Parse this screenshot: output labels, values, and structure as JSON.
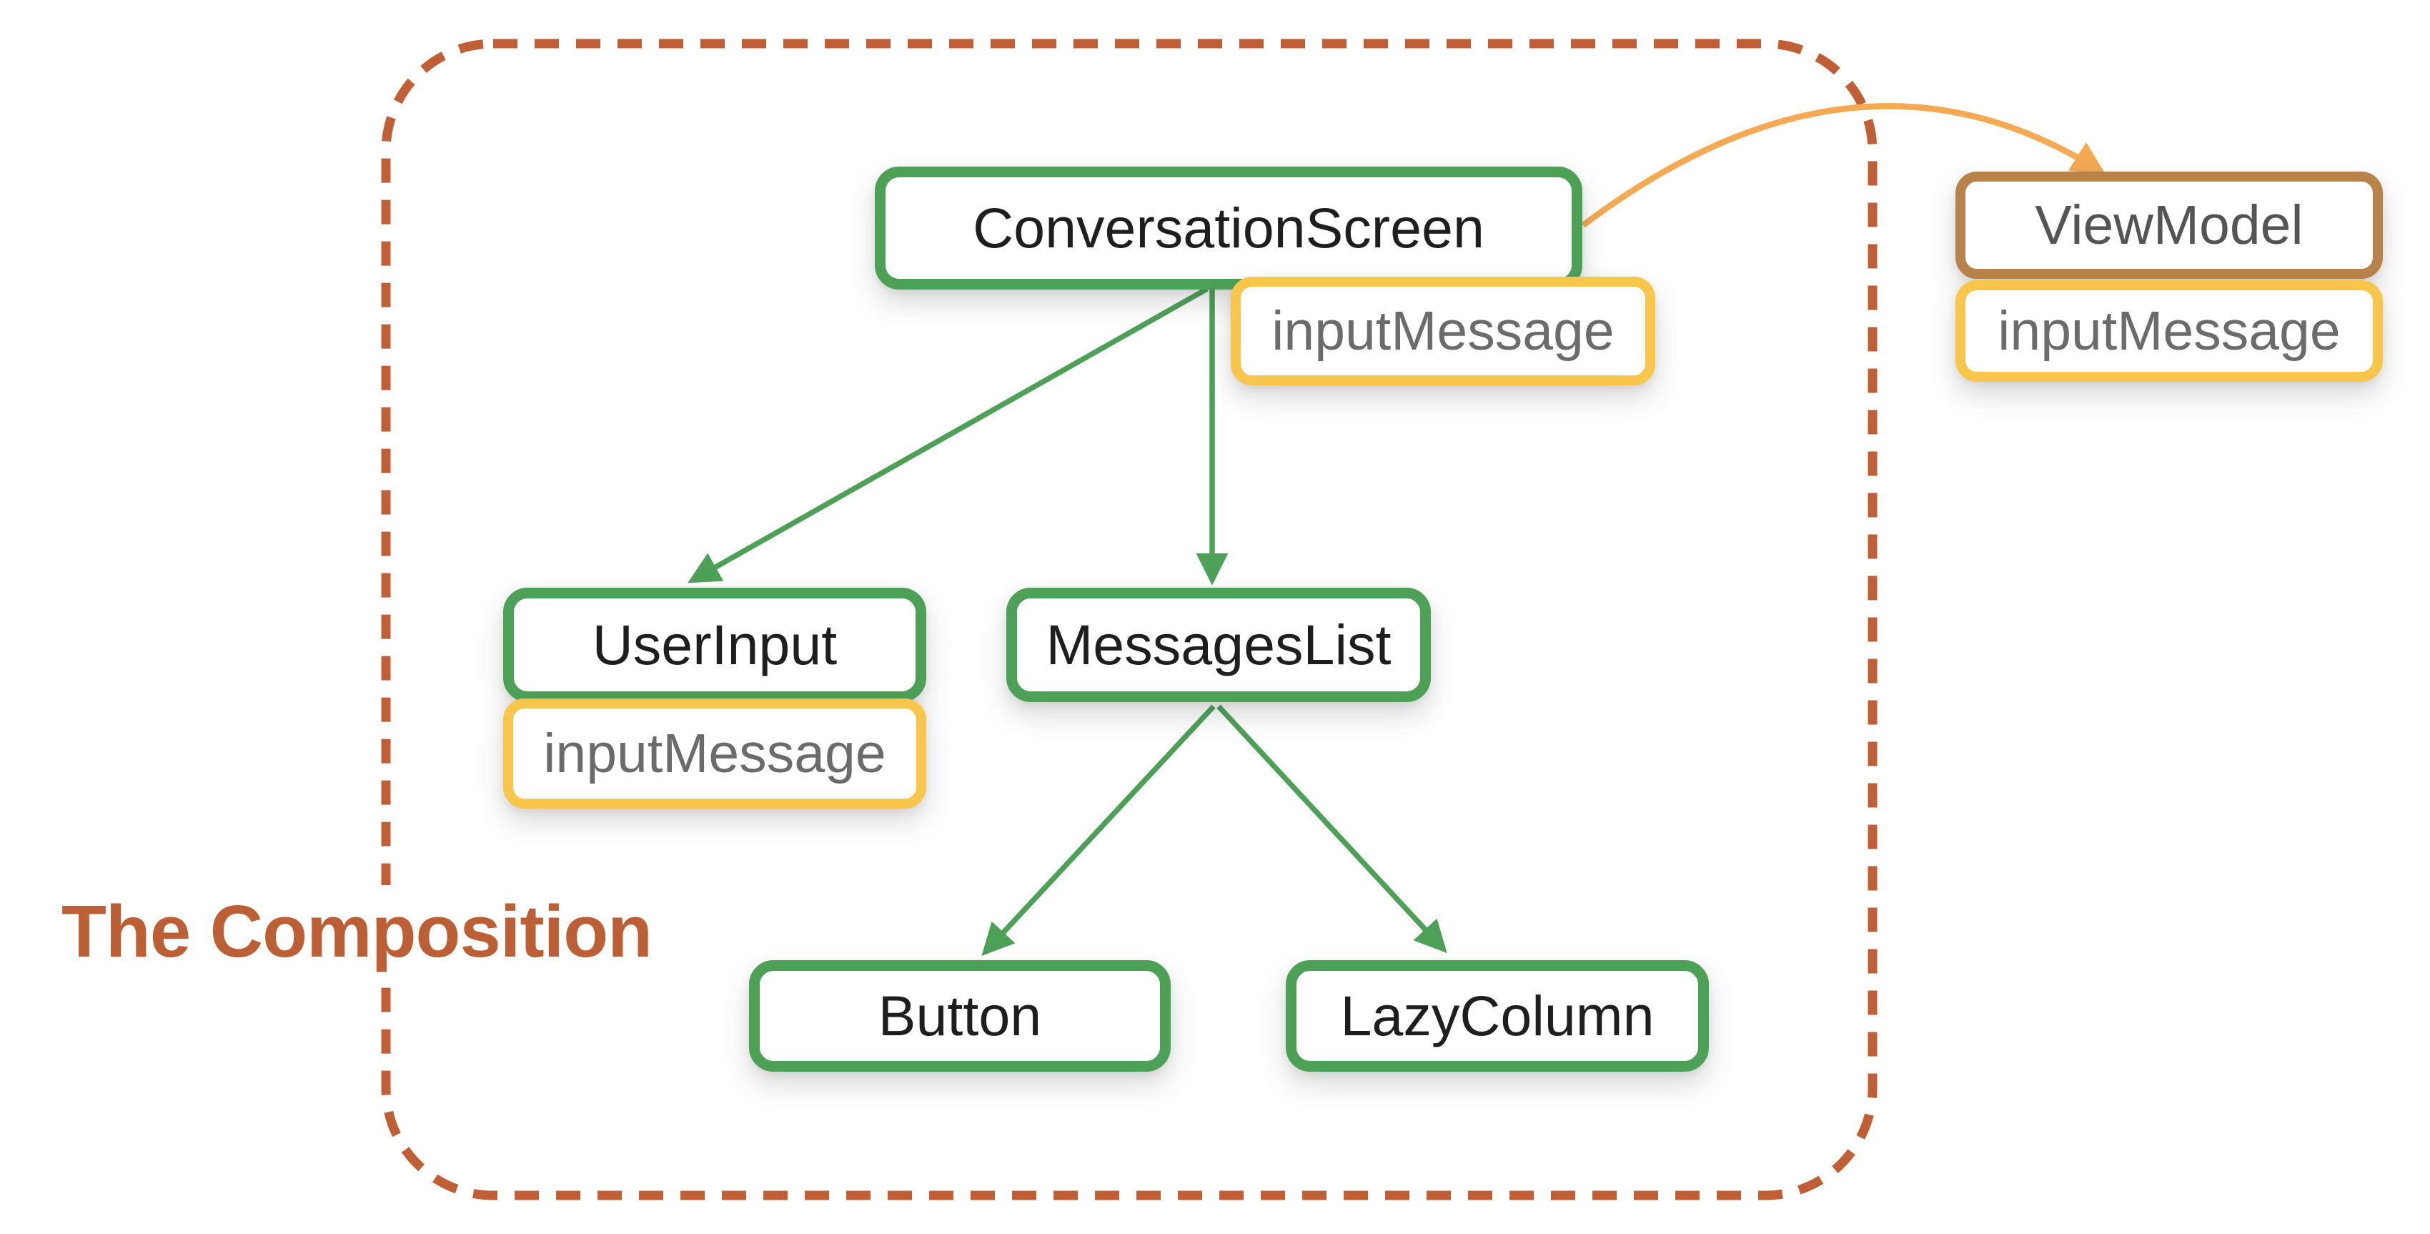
{
  "diagram": {
    "boundary_label": "The Composition",
    "nodes": [
      {
        "id": "conversation-screen",
        "label": "ConversationScreen",
        "role": "composable"
      },
      {
        "id": "user-input",
        "label": "UserInput",
        "role": "composable"
      },
      {
        "id": "messages-list",
        "label": "MessagesList",
        "role": "composable"
      },
      {
        "id": "button",
        "label": "Button",
        "role": "composable"
      },
      {
        "id": "lazy-column",
        "label": "LazyColumn",
        "role": "composable"
      },
      {
        "id": "view-model",
        "label": "ViewModel",
        "role": "view-model"
      }
    ],
    "state_badges": [
      {
        "attached_to": "conversation-screen",
        "label": "inputMessage"
      },
      {
        "attached_to": "user-input",
        "label": "inputMessage"
      },
      {
        "attached_to": "view-model",
        "label": "inputMessage"
      }
    ],
    "edges": [
      {
        "from": "conversation-screen",
        "to": "user-input",
        "style": "green-straight-arrow"
      },
      {
        "from": "conversation-screen",
        "to": "messages-list",
        "style": "green-straight-arrow"
      },
      {
        "from": "messages-list",
        "to": "button",
        "style": "green-straight-arrow"
      },
      {
        "from": "messages-list",
        "to": "lazy-column",
        "style": "green-straight-arrow"
      },
      {
        "from": "conversation-screen",
        "to": "view-model",
        "style": "orange-curved-arrow"
      }
    ],
    "colors": {
      "composable_border": "#4DA157",
      "state_border": "#F7C64B",
      "viewmodel_border": "#B8834A",
      "orange_arrow": "#F4A952",
      "boundary_dash": "#C05F35",
      "title_text": "#BD5F35",
      "node_text": "#1E1E1E",
      "state_text": "#6B6B6B"
    }
  }
}
